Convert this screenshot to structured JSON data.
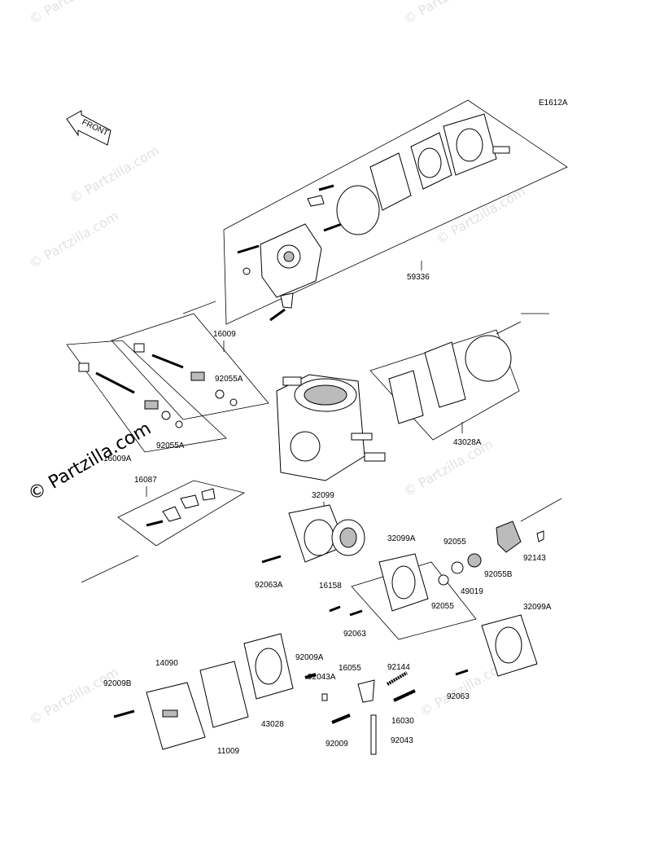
{
  "diagram_code": "E1612A",
  "front_marker": "FRONT",
  "watermarks": {
    "small": "© Partzilla.com",
    "large": "© Partzilla.com"
  },
  "labels": {
    "p59336": "59336",
    "p16009": "16009",
    "p92055A_1": "92055A",
    "p92055A_2": "92055A",
    "p16009A": "16009A",
    "p43028A": "43028A",
    "p16087": "16087",
    "p32099": "32099",
    "p32099A_1": "32099A",
    "p32099A_2": "32099A",
    "p92055": "92055",
    "p92055_2": "92055",
    "p92055B": "92055B",
    "p49019": "49019",
    "p92143": "92143",
    "p92063A": "92063A",
    "p16158": "16158",
    "p92063_1": "92063",
    "p92063_2": "92063",
    "p92009A": "92009A",
    "p92144": "92144",
    "p92043A": "92043A",
    "p16055": "16055",
    "p16030": "16030",
    "p92009": "92009",
    "p92043": "92043",
    "p14090": "14090",
    "p92009B": "92009B",
    "p11009": "11009",
    "p43028": "43028"
  }
}
